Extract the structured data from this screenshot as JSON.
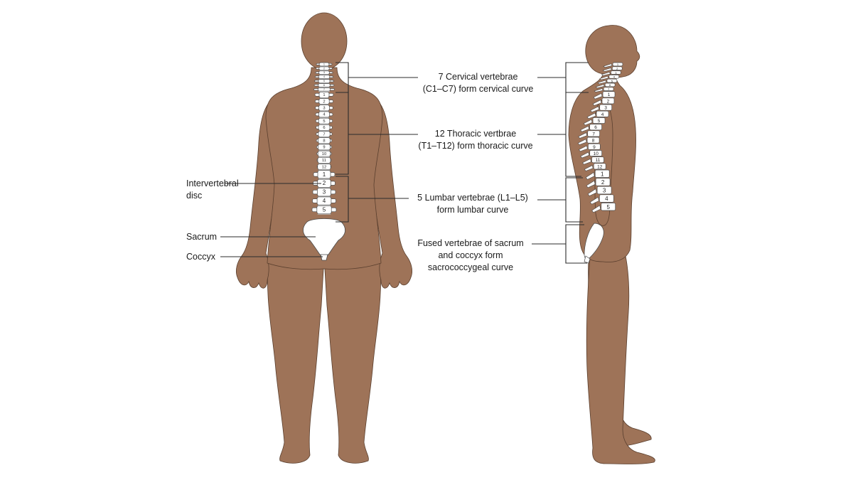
{
  "colors": {
    "skin": "#9e7358",
    "skin_outline": "#5a3f2e",
    "bone": "#ffffff",
    "bone_outline": "#4a4a4a",
    "line": "#2b2b2b"
  },
  "labels": {
    "cervical": {
      "line1": "7 Cervical vertebrae",
      "line2": "(C1–C7) form cervical curve"
    },
    "thoracic": {
      "line1": "12 Thoracic vertbrae",
      "line2": "(T1–T12) form thoracic curve"
    },
    "lumbar": {
      "line1": "5 Lumbar vertebrae (L1–L5)",
      "line2": "form lumbar curve"
    },
    "sacral": {
      "line1": "Fused vertebrae of sacrum",
      "line2": "and coccyx form",
      "line3": "sacrococcygeal curve"
    },
    "disc": {
      "line1": "Intervertebral",
      "line2": "disc"
    },
    "sacrum": "Sacrum",
    "coccyx": "Coccyx"
  },
  "vertebrae": {
    "cervical_numbers": [
      "1",
      "2",
      "3",
      "4",
      "5",
      "6",
      "7"
    ],
    "thoracic_numbers": [
      "1",
      "2",
      "3",
      "4",
      "5",
      "6",
      "7",
      "8",
      "9",
      "10",
      "11",
      "12"
    ],
    "lumbar_numbers": [
      "1",
      "2",
      "3",
      "4",
      "5"
    ]
  }
}
